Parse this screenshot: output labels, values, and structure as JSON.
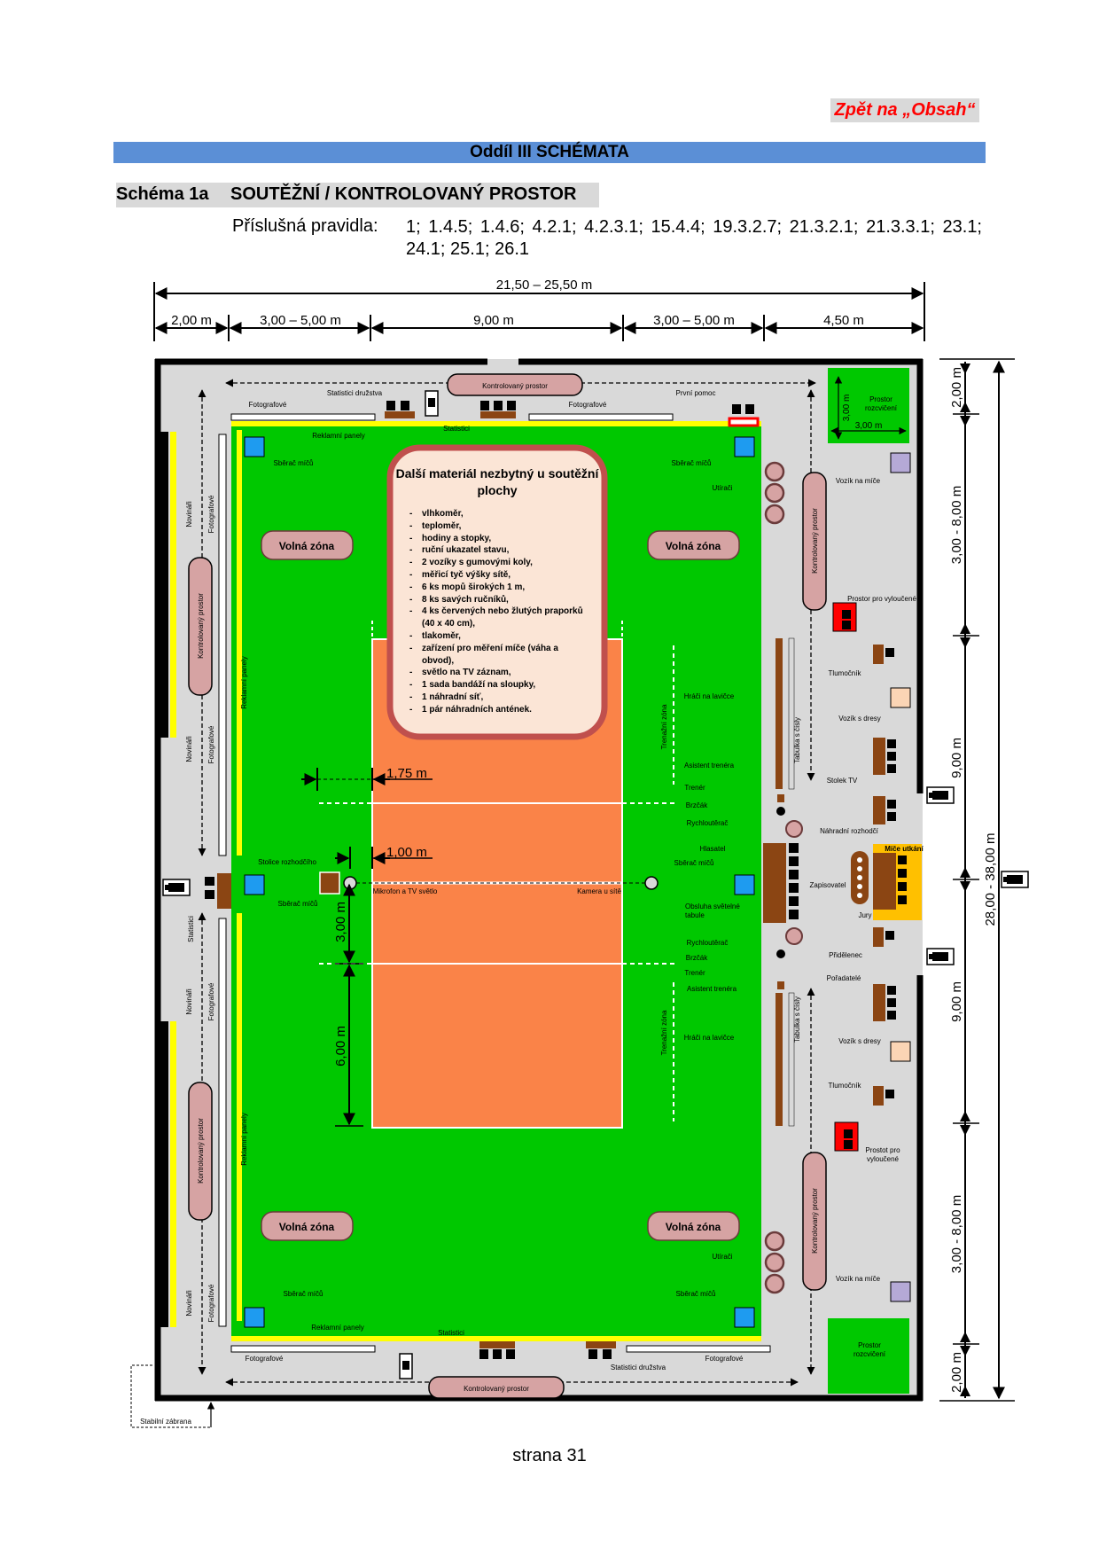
{
  "header": {
    "back_link": "Zpět na „Obsah“",
    "section_title": "Oddíl III SCHÉMATA",
    "schema_number": "Schéma 1a",
    "schema_title": "SOUTĚŽNÍ / KONTROLOVANÝ PROSTOR",
    "rules_label": "Příslušná pravidla:",
    "rules_list": "1; 1.4.5; 1.4.6; 4.2.1; 4.2.3.1; 15.4.4; 19.3.2.7; 21.3.2.1; 21.3.3.1; 23.1; 24.1; 25.1; 26.1"
  },
  "dimensions": {
    "total_width": "21,50 – 25,50 m",
    "w1": "2,00 m",
    "w2": "3,00 – 5,00 m",
    "w3": "9,00 m",
    "w4": "3,00 – 5,00 m",
    "w5": "4,50 m",
    "h_total": "28,00 - 38,00 m",
    "h1": "2,00 m",
    "h2": "3,00 - 8,00 m",
    "h3": "9,00 m",
    "h4": "9,00 m",
    "h5": "3,00 - 8,00 m",
    "h6": "2,00 m",
    "attack_line": "3,00 m",
    "back_zone": "6,00 m",
    "post_dist_1": "1,75 m",
    "post_dist_2": "1,00 m",
    "warmup_dim_w": "3,00 m",
    "warmup_dim_h": "3,00 m"
  },
  "labels": {
    "controlled_area": "Kontrolovaný prostor",
    "team_stats": "Statistici družstva",
    "photographers": "Fotografové",
    "first_aid": "První pomoc",
    "statistics": "Statistici",
    "ad_panels": "Reklamní panely",
    "ball_retriever": "Sběrač míčů",
    "wipers": "Utírači",
    "free_zone": "Volná zóna",
    "journalists": "Novináři",
    "warmup_area": "Prostor rozcvičení",
    "ball_cart": "Vozík na míče",
    "penalty_area": "Prostor pro vyloučené",
    "interpreter": "Tlumočník",
    "jersey_cart": "Vozík s dresy",
    "tv_table": "Stolek TV",
    "scoreboard": "Tabulka s čísly",
    "spare_referee": "Náhradní rozhodčí",
    "ball_check": "Míče utkání",
    "scorer": "Zapisovatel",
    "jury": "Jury",
    "assigner": "Přidělenec",
    "organizers": "Pořadatelé",
    "players_bench": "Hráči na lavičce",
    "warmup_zone": "Trenažní zóna",
    "assistant_coach": "Asistent trenéra",
    "coach": "Trenér",
    "doctor": "Brzčák",
    "fast_wiper": "Rychloutěrač",
    "announcer": "Hlasatel",
    "board_operator": "Obsluha světelné tabule",
    "referee_chair": "Stolice rozhodčího",
    "mic_tv_light": "Mikrofon a TV světlo",
    "camera_post": "Kamera u sítě",
    "stable_barrier": "Stabilní zábrana"
  },
  "info_box": {
    "title": "Další materiál nezbytný u soutěžní plochy",
    "items": [
      "vlhkoměr,",
      "teploměr,",
      "hodiny a stopky,",
      "ruční ukazatel stavu,",
      "2 vozíky s gumovými koly,",
      "měřicí tyč výšky sítě,",
      "6 ks mopů širokých 1 m,",
      "8 ks savých ručníků,",
      "4 ks červených nebo žlutých praporků (40 x 40 cm),",
      "tlakoměr,",
      "zařízení pro měření míče (váha a obvod),",
      "světlo na TV záznam,",
      "1 sada bandáží na sloupky,",
      "1 náhradní síť,",
      "1 pár náhradních antének."
    ]
  },
  "footer": {
    "page": "strana 31"
  },
  "colors": {
    "section_bar": "#5b8fd6",
    "back_link_text": "#ff0000",
    "floor_gray": "#d9d9d9",
    "free_zone_green": "#00c800",
    "court_orange": "#fa8348",
    "info_box_fill": "#fbe5d6",
    "info_box_border": "#c0504d",
    "pill_fill": "#d6a3a3",
    "ad_yellow": "#ffff00",
    "blue_square": "#1e9bf0",
    "lavender": "#b5a9d6",
    "jury_gold": "#ffc000"
  }
}
